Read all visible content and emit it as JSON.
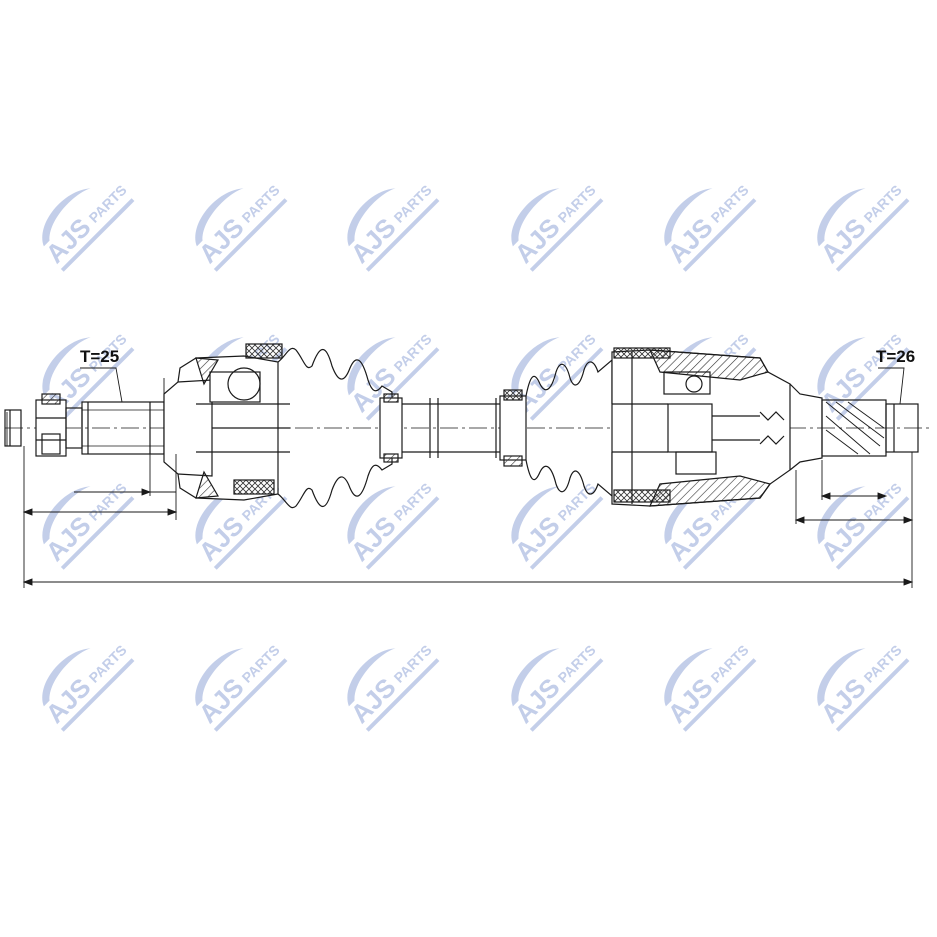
{
  "watermark": {
    "brand": "AJS",
    "suffix": "PARTS",
    "color": "#b9c6e6",
    "rows": 4,
    "cols": 6
  },
  "callouts": {
    "left_thread": "T=25",
    "right_thread": "T=26"
  },
  "colors": {
    "line": "#1a1a1a",
    "hatch": "#333333"
  }
}
